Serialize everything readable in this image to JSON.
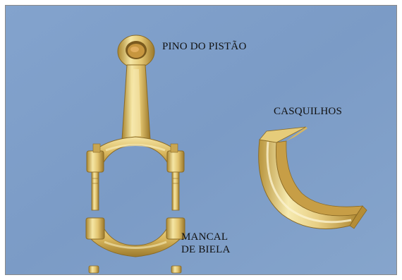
{
  "labels": {
    "piston_pin": "PINO DO PISTÃO",
    "bearing_shells": "CASQUILHOS",
    "big_end_line1": "MANCAL",
    "big_end_line2": "DE BIELA"
  },
  "colors": {
    "background": "#7d9dc8",
    "metal_light": "#f3e3a0",
    "metal_mid": "#d7b45c",
    "metal_dark": "#9c7a2c"
  }
}
